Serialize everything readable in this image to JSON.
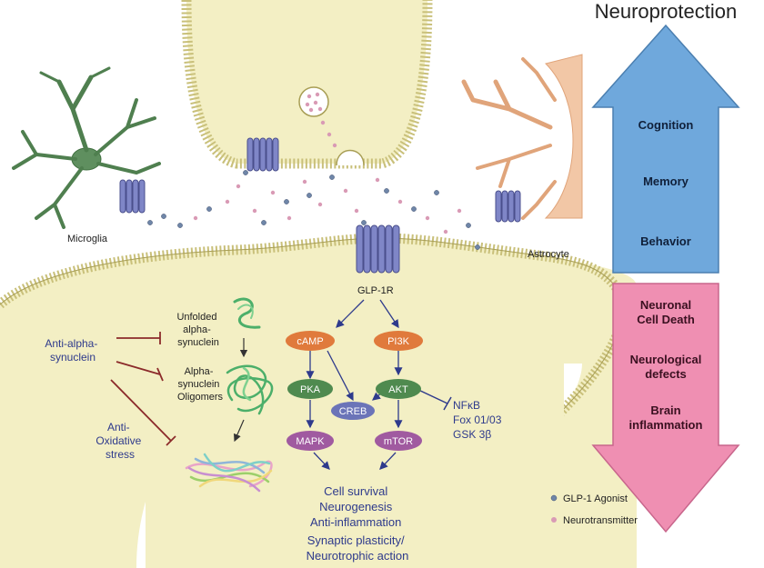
{
  "title": "Neuroprotection",
  "arrows": {
    "up": {
      "items": [
        "Cognition",
        "Memory",
        "Behavior"
      ],
      "color": "#5b9bd5"
    },
    "down": {
      "items": [
        [
          "Neuronal",
          "Cell Death"
        ],
        [
          "Neurological",
          "defects"
        ],
        [
          "Brain",
          "inflammation"
        ]
      ],
      "color": "#e8749c"
    }
  },
  "cells": {
    "microglia": "Microglia",
    "astrocyte": "Astrocyte"
  },
  "receptor": "GLP-1R",
  "pathway": {
    "camp": "cAMP",
    "pi3k": "PI3K",
    "pka": "PKA",
    "akt": "AKT",
    "creb": "CREB",
    "mapk": "MAPK",
    "mtor": "mTOR",
    "inhibited": [
      "NFκB",
      "Fox 01/03",
      "GSK 3β"
    ]
  },
  "outcomes": [
    "Cell survival",
    "Neurogenesis",
    "Anti-inflammation",
    "Synaptic plasticity/",
    "Neurotrophic action"
  ],
  "synuclein": {
    "unfolded": [
      "Unfolded",
      "alpha-",
      "synuclein"
    ],
    "oligomers": [
      "Alpha-",
      "synuclein",
      "Oligomers"
    ],
    "anti_alpha": [
      "Anti-alpha-",
      "synuclein"
    ],
    "anti_oxidative": [
      "Anti-",
      "Oxidative",
      "stress"
    ]
  },
  "legend": {
    "agonist": "GLP-1 Agonist",
    "neurotransmitter": "Neurotransmitter"
  },
  "colors": {
    "membrane": "#f3efc4",
    "lipid": "#c9c07a",
    "receptor": "#7f86c7",
    "orange_node": "#e07a3c",
    "green_node": "#4f8a4f",
    "purple_node": "#a05aa0",
    "creb": "#6b74b8",
    "inhibit": "#8b2a2a",
    "path_text": "#2e3a8c",
    "microglia": "#4f7f4f",
    "astrocyte": "#e0a47a"
  }
}
